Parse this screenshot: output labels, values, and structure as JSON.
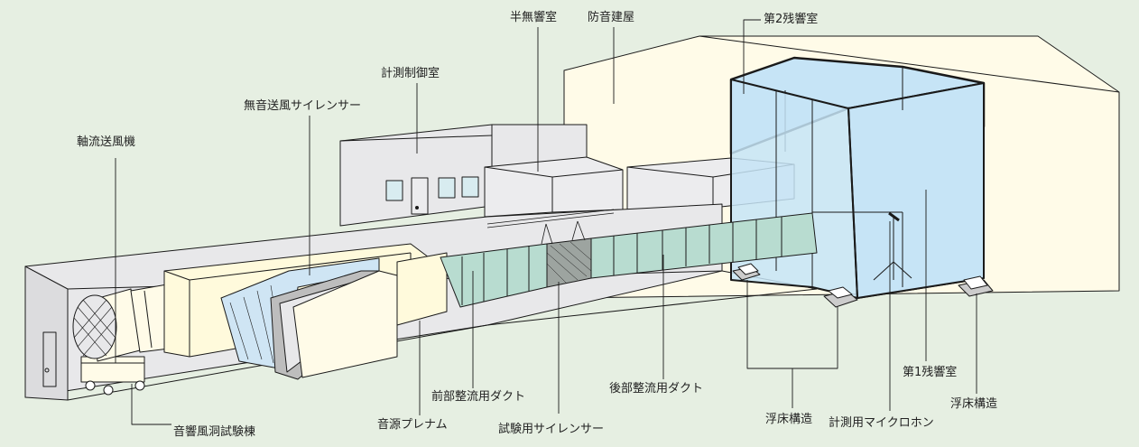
{
  "labels": {
    "axial_fan": "軸流送風機",
    "silent_silencer": "無音送風サイレンサー",
    "control_room": "計測制御室",
    "semi_anechoic": "半無響室",
    "soundproof_building": "防音建屋",
    "reverb_room_2": "第2残響室",
    "acoustic_wind_tunnel_building": "音響風洞試験棟",
    "sound_plenum": "音源プレナム",
    "front_duct": "前部整流用ダクト",
    "test_silencer": "試験用サイレンサー",
    "rear_duct": "後部整流用ダクト",
    "floating_floor_1": "浮床構造",
    "microphone": "計測用マイクロホン",
    "reverb_room_1": "第1残響室",
    "floating_floor_2": "浮床構造"
  },
  "colors": {
    "background": "#e6efe2",
    "building": "#fffbe8",
    "panel": "#e8e8ea",
    "plenum": "#fffadc",
    "duct": "#b8dcd0",
    "reverb_room": "#c6e4f6",
    "line": "#1a1a1a"
  }
}
